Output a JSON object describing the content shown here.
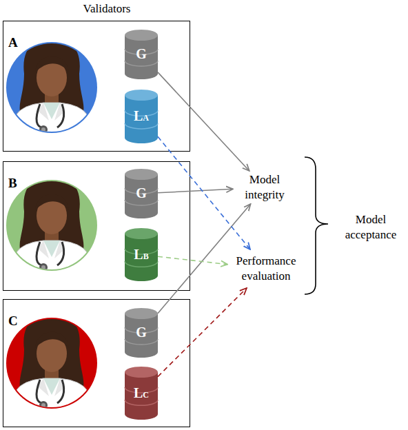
{
  "diagram": {
    "nodes": [
      {
        "text": [
          "A"
        ]
      },
      {
        "text": [
          "G"
        ],
        "in": 0
      },
      {
        "text": [
          "LA"
        ],
        "in": 0
      },
      {
        "text": [
          "B"
        ]
      },
      {
        "text": [
          "G"
        ],
        "in": 3
      },
      {
        "text": [
          "LB"
        ],
        "in": 3
      },
      {
        "text": [
          "C"
        ]
      },
      {
        "text": [
          "G"
        ],
        "in": 6
      },
      {
        "text": [
          "LC"
        ],
        "in": 6
      },
      {
        "text": [
          "Model integrity"
        ]
      },
      {
        "text": [
          "Performance evaluation"
        ]
      }
    ],
    "edges": [
      {
        "from": 1,
        "to": 9,
        "arrow": "to"
      },
      {
        "from": 4,
        "to": 9,
        "arrow": "to"
      },
      {
        "from": 7,
        "to": 9,
        "arrow": "to"
      },
      {
        "from": 2,
        "to": 10,
        "arrow": "to"
      },
      {
        "from": 5,
        "to": 10,
        "arrow": "to"
      },
      {
        "from": 8,
        "to": 10,
        "arrow": "to"
      }
    ],
    "labels": [
      "Validators",
      "Model acceptance"
    ]
  }
}
